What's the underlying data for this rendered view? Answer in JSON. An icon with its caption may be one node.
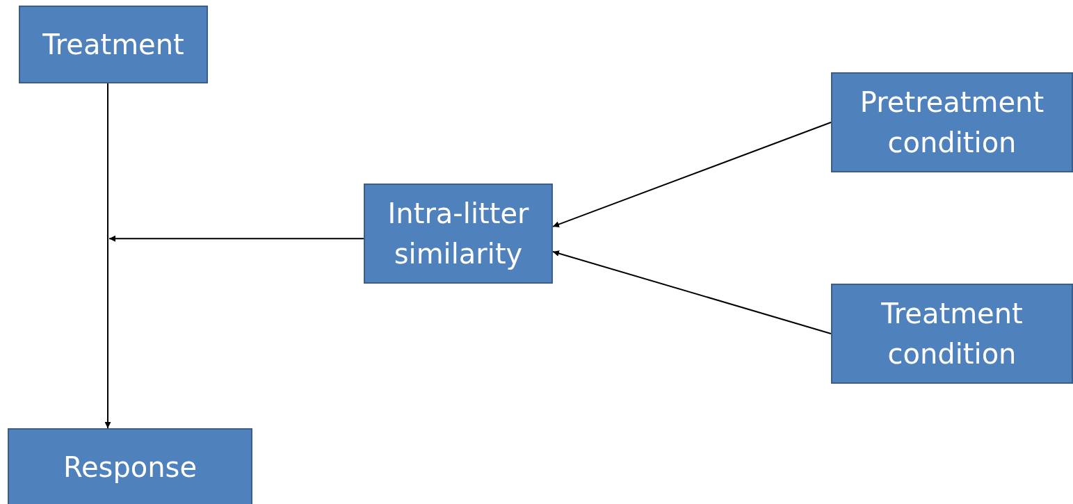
{
  "diagram": {
    "nodes": [
      {
        "text": [
          "Treatment"
        ]
      },
      {
        "text": [
          "Response"
        ]
      },
      {
        "text": [
          "Intra-litter similarity"
        ]
      },
      {
        "text": [
          "Pretreatment condition"
        ]
      },
      {
        "text": [
          "Treatment condition"
        ]
      }
    ],
    "edges": [
      {
        "from": 0,
        "to": 1,
        "arrow": "to"
      },
      {
        "from": 2,
        "to": null,
        "arrow": "to"
      },
      {
        "from": 3,
        "to": 2,
        "arrow": "to"
      },
      {
        "from": 4,
        "to": 2,
        "arrow": "to"
      }
    ]
  }
}
